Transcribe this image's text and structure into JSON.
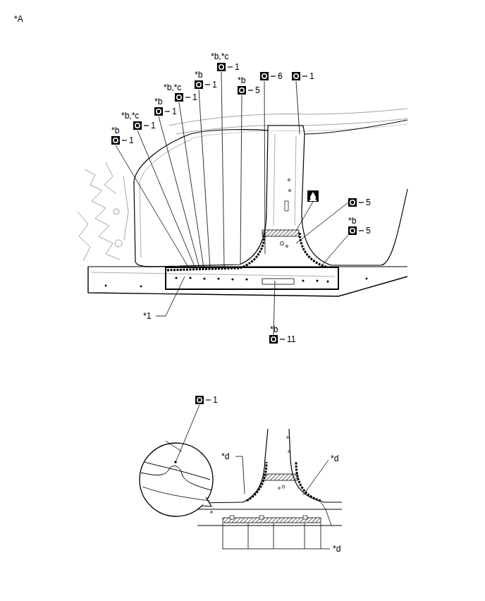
{
  "diagram": {
    "labels": [
      "*A",
      "*b,*c",
      "1",
      "*b",
      "1",
      "*b,*c",
      "1",
      "*b",
      "1",
      "*b,*c",
      "1",
      "*b",
      "1",
      "*b",
      "5",
      "6",
      "1",
      "5",
      "*b",
      "5",
      "*1",
      "*b",
      "11",
      "1",
      "*d",
      "*d",
      "*d"
    ]
  }
}
